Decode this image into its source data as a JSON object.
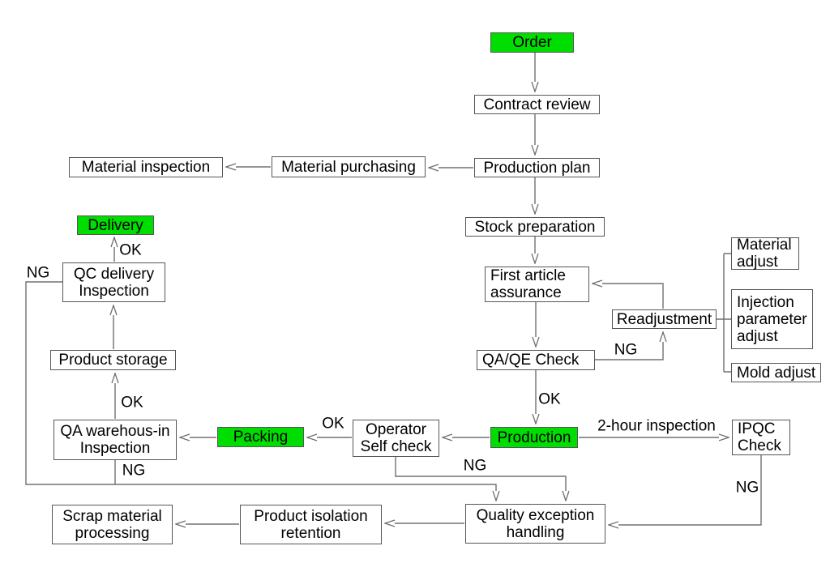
{
  "colors": {
    "highlight_green": "#00dd00",
    "line_gray": "#707070",
    "box_border": "#565656",
    "text": "#000000",
    "background": "#ffffff"
  },
  "nodes": {
    "order": {
      "label": "Order",
      "highlight": true
    },
    "contract_review": {
      "label": "Contract review",
      "highlight": false
    },
    "production_plan": {
      "label": "Production plan",
      "highlight": false
    },
    "material_purchasing": {
      "label": "Material purchasing",
      "highlight": false
    },
    "material_inspection": {
      "label": "Material inspection",
      "highlight": false
    },
    "stock_preparation": {
      "label": "Stock preparation",
      "highlight": false
    },
    "first_article_assurance": {
      "label": "First article\nassurance",
      "highlight": false
    },
    "qa_qe_check": {
      "label": "QA/QE Check",
      "highlight": false
    },
    "readjustment": {
      "label": "Readjustment",
      "highlight": false
    },
    "material_adjust": {
      "label": "Material\nadjust",
      "highlight": false
    },
    "injection_parameter_adjust": {
      "label": "Injection\nparameter\nadjust",
      "highlight": false
    },
    "mold_adjust": {
      "label": "Mold adjust",
      "highlight": false
    },
    "production": {
      "label": "Production",
      "highlight": true
    },
    "ipqc_check": {
      "label": "IPQC\nCheck",
      "highlight": false
    },
    "operator_self_check": {
      "label": "Operator\nSelf check",
      "highlight": false
    },
    "packing": {
      "label": "Packing",
      "highlight": true
    },
    "qa_warehouse_in_inspection": {
      "label": "QA warehous-in\nInspection",
      "highlight": false
    },
    "product_storage": {
      "label": "Product storage",
      "highlight": false
    },
    "qc_delivery_inspection": {
      "label": "QC delivery\nInspection",
      "highlight": false
    },
    "delivery": {
      "label": "Delivery",
      "highlight": true
    },
    "quality_exception_handling": {
      "label": "Quality exception\nhandling",
      "highlight": false
    },
    "product_isolation_retention": {
      "label": "Product isolation\nretention",
      "highlight": false
    },
    "scrap_material_processing": {
      "label": "Scrap material\nprocessing",
      "highlight": false
    }
  },
  "edge_labels": {
    "qa_qe_ok": "OK",
    "qa_qe_ng": "NG",
    "two_hour_inspection": "2-hour inspection",
    "operator_ok": "OK",
    "operator_ng": "NG",
    "ipqc_ng": "NG",
    "warehouse_ok": "OK",
    "warehouse_ng": "NG",
    "qc_delivery_ok": "OK",
    "qc_delivery_ng": "NG"
  }
}
